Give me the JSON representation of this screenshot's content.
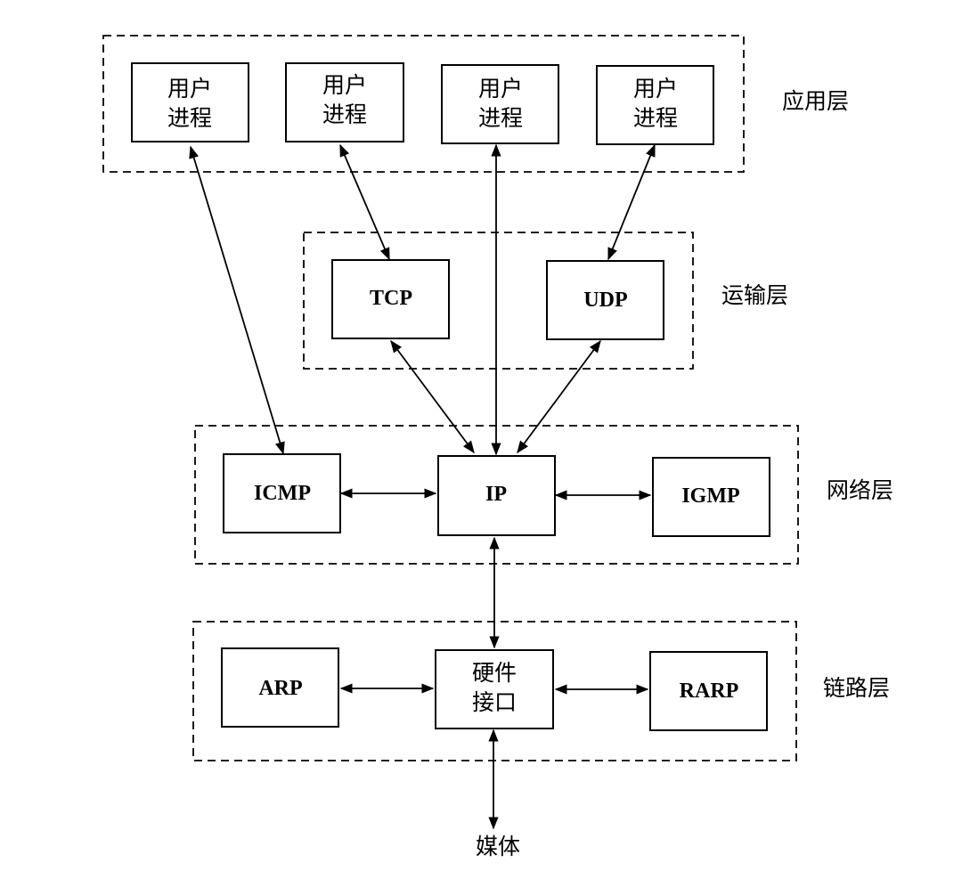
{
  "layers": {
    "application": "应用层",
    "transport": "运输层",
    "network": "网络层",
    "link": "链路层"
  },
  "nodes": {
    "user_process_1": [
      "用户",
      "进程"
    ],
    "user_process_2": [
      "用户",
      "进程"
    ],
    "user_process_3": [
      "用户",
      "进程"
    ],
    "user_process_4": [
      "用户",
      "进程"
    ],
    "tcp": "TCP",
    "udp": "UDP",
    "icmp": "ICMP",
    "ip": "IP",
    "igmp": "IGMP",
    "arp": "ARP",
    "hardware_interface": [
      "硬件",
      "接口"
    ],
    "rarp": "RARP",
    "media": "媒体"
  },
  "edges": [
    {
      "from": "user_process_1",
      "to": "icmp",
      "direction": "both"
    },
    {
      "from": "user_process_2",
      "to": "tcp",
      "direction": "both"
    },
    {
      "from": "user_process_3",
      "to": "ip",
      "direction": "both"
    },
    {
      "from": "user_process_4",
      "to": "udp",
      "direction": "both"
    },
    {
      "from": "tcp",
      "to": "ip",
      "direction": "both"
    },
    {
      "from": "udp",
      "to": "ip",
      "direction": "both"
    },
    {
      "from": "icmp",
      "to": "ip",
      "direction": "both"
    },
    {
      "from": "ip",
      "to": "igmp",
      "direction": "both"
    },
    {
      "from": "ip",
      "to": "hardware_interface",
      "direction": "both"
    },
    {
      "from": "arp",
      "to": "hardware_interface",
      "direction": "both"
    },
    {
      "from": "hardware_interface",
      "to": "rarp",
      "direction": "both"
    },
    {
      "from": "hardware_interface",
      "to": "media",
      "direction": "both"
    }
  ]
}
